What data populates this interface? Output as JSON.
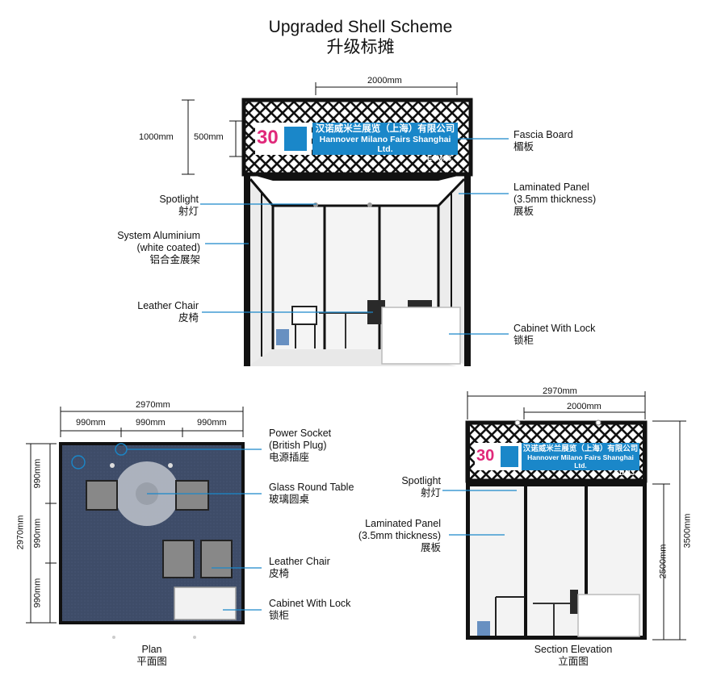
{
  "title": {
    "en": "Upgraded Shell Scheme",
    "cn": "升级标摊"
  },
  "fascia": {
    "cn": "汉诺威米兰展览（上海）有限公司",
    "en": "Hannover Milano Fairs Shanghai Ltd.",
    "code": "E1M13",
    "logo_number": "30"
  },
  "front": {
    "dim_width": "2000mm",
    "dim_1000": "1000mm",
    "dim_500": "500mm",
    "labels": {
      "spotlight": {
        "en": "Spotlight",
        "cn": "射灯"
      },
      "aluminium": {
        "en1": "System Aluminium",
        "en2": "(white coated)",
        "cn": "铝合金展架"
      },
      "chair": {
        "en": "Leather Chair",
        "cn": "皮椅"
      },
      "fascia_board": {
        "en": "Fascia Board",
        "cn": "楣板"
      },
      "panel": {
        "en1": "Laminated Panel",
        "en2": "(3.5mm thickness)",
        "cn": "展板"
      },
      "cabinet": {
        "en": "Cabinet With Lock",
        "cn": "锁柜"
      }
    }
  },
  "plan": {
    "dim_total": "2970mm",
    "dim_segs": [
      "990mm",
      "990mm",
      "990mm"
    ],
    "dim_side_total": "2970mm",
    "dim_side_segs": [
      "990mm",
      "990mm",
      "990mm"
    ],
    "caption": {
      "en": "Plan",
      "cn": "平面图"
    },
    "labels": {
      "socket": {
        "en1": "Power Socket",
        "en2": "(British Plug)",
        "cn": "电源插座"
      },
      "table": {
        "en": "Glass Round Table",
        "cn": "玻璃圆桌"
      },
      "chair": {
        "en": "Leather Chair",
        "cn": "皮椅"
      },
      "cabinet": {
        "en": "Cabinet With Lock",
        "cn": "锁柜"
      }
    }
  },
  "section": {
    "dim_total": "2970mm",
    "dim_inner": "2000mm",
    "dim_height": "3500mm",
    "dim_wall": "2500mm",
    "caption": {
      "en": "Section Elevation",
      "cn": "立面图"
    },
    "labels": {
      "spotlight": {
        "en": "Spotlight",
        "cn": "射灯"
      },
      "panel": {
        "en1": "Laminated Panel",
        "en2": "(3.5mm thickness)",
        "cn": "展板"
      }
    }
  },
  "colors": {
    "accent": "#1a87c9",
    "frame": "#111111",
    "carpet": "#3a4a66",
    "panel": "#f2f2f2"
  }
}
